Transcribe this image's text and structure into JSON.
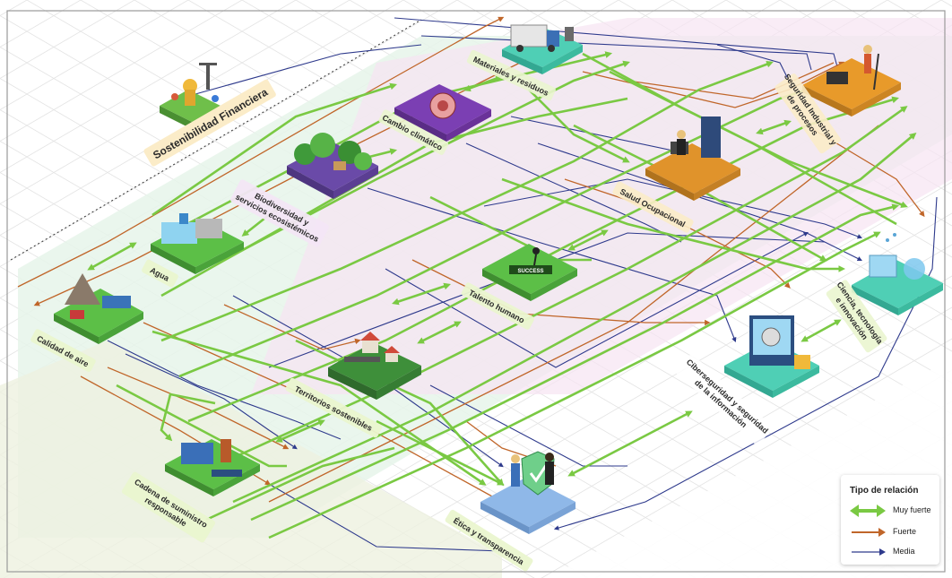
{
  "topics": {
    "sostenibilidad_financiera": "Sostenibilidad Financiera",
    "materiales_residuos": "Materiales y residuos",
    "cambio_climatico": "Cambio climático",
    "seguridad_industrial": [
      "Seguridad Industrial y",
      "de procesos"
    ],
    "biodiversidad": [
      "Biodiversidad y",
      "servicios ecosistémicos"
    ],
    "salud_ocupacional": "Salud Ocupacional",
    "agua": "Agua",
    "talento_humano": "Talento humano",
    "ciencia_tecnologia": [
      "Ciencia, tecnología",
      "e innovación"
    ],
    "calidad_aire": "Calidad de aire",
    "territorios": "Territorios sostenibles",
    "ciberseguridad": [
      "Ciberseguridad y seguridad",
      "de la información"
    ],
    "cadena_suministro": [
      "Cadena de suministro",
      "responsable"
    ],
    "etica": "Ética y transparencia"
  },
  "success_badge": "SUCCESS",
  "legend": {
    "title": "Tipo de relación",
    "items": [
      {
        "label": "Muy fuerte",
        "color": "#7ac943"
      },
      {
        "label": "Fuerte",
        "color": "#c0662a"
      },
      {
        "label": "Media",
        "color": "#2e3a8c"
      }
    ]
  },
  "colors": {
    "very_strong": "#7ac943",
    "strong": "#c0662a",
    "medium": "#2e3a8c",
    "label_bg": "#eaf5cf",
    "financial_label_bg": "#fbecc8"
  }
}
